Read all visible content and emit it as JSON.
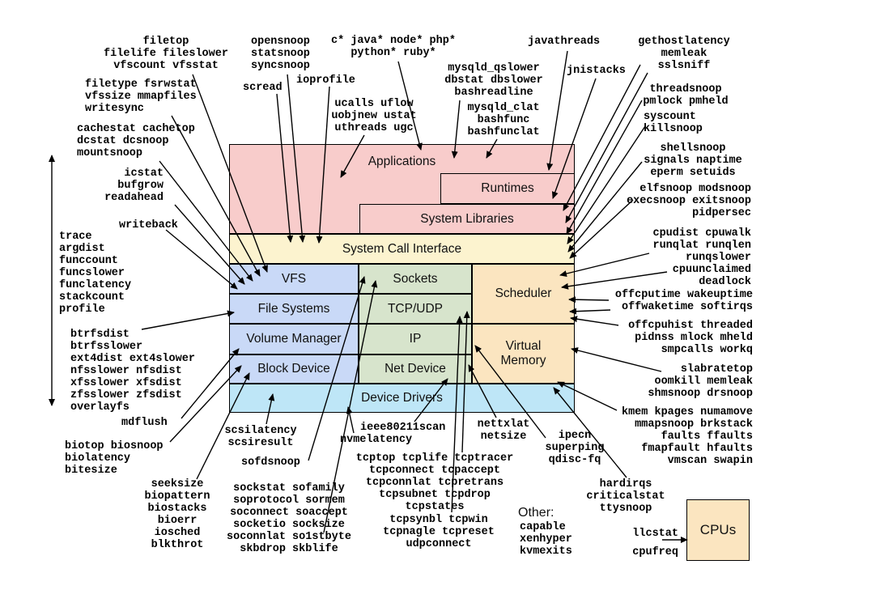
{
  "colors": {
    "application_pink": "#f8cccb",
    "syscall_yellow": "#fcf3cf",
    "filesystem_blue": "#c9d9f7",
    "network_green": "#d7e4cc",
    "cpu_wheat": "#fbe5c0",
    "driver_cyan": "#bee6f7",
    "line_black": "#000000"
  },
  "boxes": {
    "applications": {
      "label": "Applications"
    },
    "runtimes": {
      "label": "Runtimes"
    },
    "system_libraries": {
      "label": "System Libraries"
    },
    "system_call_interface": {
      "label": "System Call Interface"
    },
    "vfs": {
      "label": "VFS"
    },
    "file_systems": {
      "label": "File Systems"
    },
    "volume_manager": {
      "label": "Volume Manager"
    },
    "block_device": {
      "label": "Block Device"
    },
    "sockets": {
      "label": "Sockets"
    },
    "tcp_udp": {
      "label": "TCP/UDP"
    },
    "ip": {
      "label": "IP"
    },
    "net_device": {
      "label": "Net Device"
    },
    "scheduler": {
      "label": "Scheduler"
    },
    "virtual_memory": {
      "label": [
        "Virtual",
        "Memory"
      ]
    },
    "device_drivers": {
      "label": "Device Drivers"
    },
    "cpus": {
      "label": "CPUs"
    }
  },
  "groups": {
    "filetop": {
      "lines": [
        "filetop",
        "filelife fileslower",
        "vfscount vfsstat"
      ]
    },
    "filetype": {
      "lines": [
        "filetype fsrwstat",
        "vfssize mmapfiles",
        "writesync"
      ]
    },
    "cachestat": {
      "lines": [
        "cachestat cachetop",
        "dcstat dcsnoop",
        "mountsnoop"
      ]
    },
    "icstat": {
      "lines": [
        "icstat",
        "bufgrow",
        "readahead"
      ]
    },
    "writeback": {
      "lines": [
        "writeback"
      ]
    },
    "trace": {
      "lines": [
        "trace",
        "argdist",
        "funccount",
        "funcslower",
        "funclatency",
        "stackcount",
        "profile"
      ]
    },
    "btrfs": {
      "lines": [
        "btrfsdist",
        "btrfsslower",
        "ext4dist ext4slower",
        "nfsslower nfsdist",
        "xfsslower xfsdist",
        "zfsslower zfsdist",
        "overlayfs"
      ]
    },
    "mdflush": {
      "lines": [
        "mdflush"
      ]
    },
    "biotop": {
      "lines": [
        "biotop biosnoop",
        "biolatency",
        "bitesize"
      ]
    },
    "seeksize": {
      "lines": [
        "seeksize",
        "biopattern",
        "biostacks",
        "bioerr",
        "iosched",
        "blkthrot"
      ]
    },
    "scsilatency": {
      "lines": [
        "scsilatency",
        "scsiresult"
      ]
    },
    "sofdsnoop": {
      "lines": [
        "sofdsnoop"
      ]
    },
    "sockstat": {
      "lines": [
        "sockstat sofamily",
        "soprotocol sormem",
        "soconnect soaccept",
        "socketio socksize",
        "soconnlat so1stbyte",
        "skbdrop skblife"
      ]
    },
    "opensnoop": {
      "lines": [
        "opensnoop",
        "statsnoop",
        "syncsnoop"
      ]
    },
    "scread": {
      "lines": [
        "scread"
      ]
    },
    "ioprofile": {
      "lines": [
        "ioprofile"
      ]
    },
    "runtime_langs": {
      "lines": [
        "c* java* node* php*",
        "python* ruby*"
      ]
    },
    "ucalls": {
      "lines": [
        "ucalls uflow",
        "uobjnew ustat",
        "uthreads ugc"
      ]
    },
    "mysqld_qslower": {
      "lines": [
        "mysqld_qslower",
        "dbstat dbslower",
        "bashreadline"
      ]
    },
    "mysqld_clat": {
      "lines": [
        "mysqld_clat",
        "bashfunc",
        "bashfunclat"
      ]
    },
    "javathreads": {
      "lines": [
        "javathreads"
      ]
    },
    "jnistacks": {
      "lines": [
        "jnistacks"
      ]
    },
    "gethostlatency": {
      "lines": [
        "gethostlatency",
        "memleak",
        "sslsniff"
      ]
    },
    "threadsnoop": {
      "lines": [
        "threadsnoop",
        "pmlock pmheld"
      ]
    },
    "syscount": {
      "lines": [
        "syscount",
        "killsnoop"
      ]
    },
    "shellsnoop": {
      "lines": [
        "shellsnoop",
        "signals naptime",
        "eperm setuids"
      ]
    },
    "elfsnoop": {
      "lines": [
        "elfsnoop modsnoop",
        "execsnoop exitsnoop",
        "pidpersec"
      ]
    },
    "cpudist": {
      "lines": [
        "cpudist cpuwalk",
        "runqlat runqlen",
        "runqslower",
        "cpuunclaimed",
        "deadlock"
      ]
    },
    "offcputime": {
      "lines": [
        "offcputime wakeuptime",
        "offwaketime softirqs"
      ]
    },
    "offcpuhist": {
      "lines": [
        "offcpuhist threaded",
        "pidnss mlock mheld",
        "smpcalls workq"
      ]
    },
    "slabratetop": {
      "lines": [
        "slabratetop",
        "oomkill memleak",
        "shmsnoop drsnoop"
      ]
    },
    "kmem": {
      "lines": [
        "kmem kpages numamove",
        "mmapsnoop brkstack",
        "faults ffaults",
        "fmapfault hfaults",
        "vmscan swapin"
      ]
    },
    "ieee80211scan": {
      "lines": [
        "ieee80211scan"
      ]
    },
    "nvmelatency": {
      "lines": [
        "nvmelatency"
      ]
    },
    "nettxlat": {
      "lines": [
        "nettxlat",
        "netsize"
      ]
    },
    "ipecn": {
      "lines": [
        "ipecn",
        "superping",
        "qdisc-fq"
      ]
    },
    "tcptop": {
      "lines": [
        "tcptop tcplife tcptracer",
        "tcpconnect tcpaccept",
        "tcpconnlat tcpretrans",
        "tcpsubnet tcpdrop",
        "tcpstates"
      ]
    },
    "tcpsynbl": {
      "lines": [
        "tcpsynbl tcpwin",
        "tcpnagle tcpreset",
        "udpconnect"
      ]
    },
    "hardirqs": {
      "lines": [
        "hardirqs",
        "criticalstat",
        "ttysnoop"
      ]
    },
    "other": {
      "label": "Other:"
    },
    "capable": {
      "lines": [
        "capable",
        "xenhyper",
        "kvmexits"
      ]
    },
    "llcstat": {
      "lines": [
        "llcstat",
        "cpufreq"
      ]
    }
  }
}
